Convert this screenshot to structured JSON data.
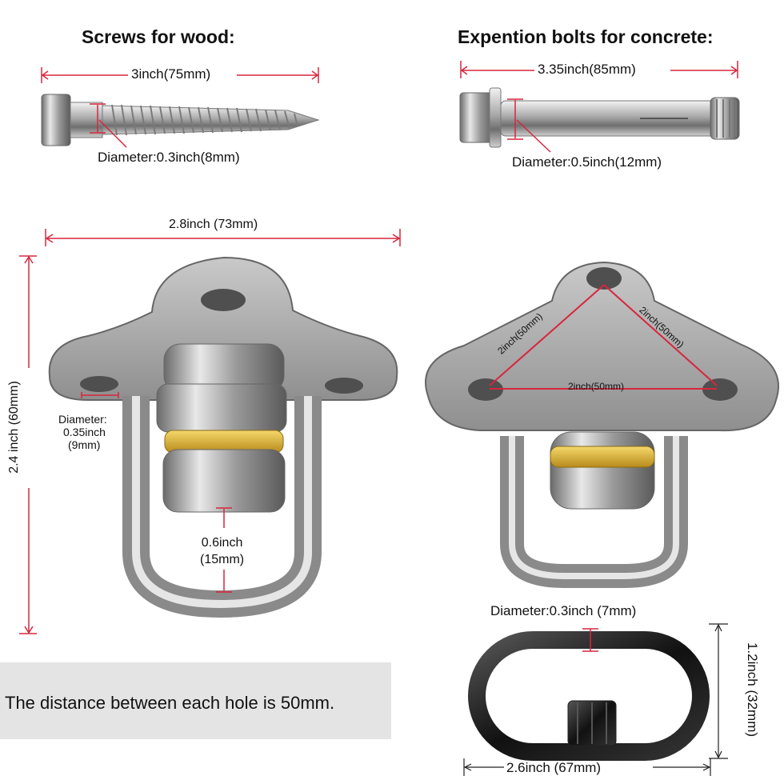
{
  "screws": {
    "title": "Screws for wood:",
    "length": "3inch(75mm)",
    "diameter": "Diameter:0.3inch(8mm)"
  },
  "bolts": {
    "title": "Expention bolts for concrete:",
    "length": "3.35inch(85mm)",
    "diameter": "Diameter:0.5inch(12mm)"
  },
  "mount_front": {
    "width": "2.8inch (73mm)",
    "height": "2.4 inch (60mm)",
    "hole_diameter_line1": "Diameter:",
    "hole_diameter_line2": "0.35inch",
    "hole_diameter_line3": "(9mm)",
    "ring_gap_line1": "0.6inch",
    "ring_gap_line2": "(15mm)"
  },
  "mount_top": {
    "left_side": "2inch(50mm)",
    "right_side": "2inch(50mm)",
    "bottom_side": "2inch(50mm)"
  },
  "note": "The distance between each hole is 50mm.",
  "carabiner": {
    "diameter": "Diameter:0.3inch (7mm)",
    "height": "1.2inch (32mm)",
    "width": "2.6inch (67mm)"
  }
}
